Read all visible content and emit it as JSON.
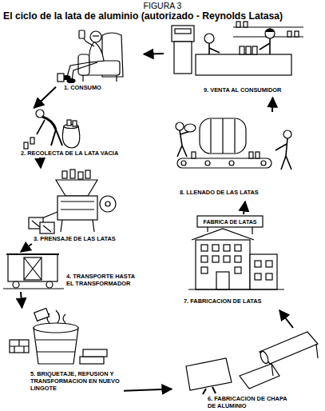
{
  "diagram": {
    "title": "El ciclo de la lata de aluminio (autorizado - Reynolds Latasa)",
    "nodes": [
      {
        "text": [
          "1. CONSUMO"
        ]
      },
      {
        "text": [
          "2. RECOLECTA DE LA LATA VACIA"
        ]
      },
      {
        "text": [
          "3. PRENSAJE DE LAS LATAS"
        ]
      },
      {
        "text": [
          "4. TRANSPORTE HASTA EL TRANSFORMADOR"
        ]
      },
      {
        "text": [
          "5. BRIQUETAJE, REFUSION Y TRANSFORMACION EN NUEVO LINGOTE"
        ]
      },
      {
        "text": [
          "6. FABRICACION DE CHAPA DE ALUMINIO"
        ]
      },
      {
        "text": [
          "7. FABRICACION DE LATAS"
        ]
      },
      {
        "text": [
          "8. LLENADO DE LAS LATAS"
        ]
      },
      {
        "text": [
          "9. VENTA AL CONSUMIDOR"
        ]
      }
    ],
    "edges": [
      {
        "from": 0,
        "to": 1,
        "arrow": "to"
      },
      {
        "from": 1,
        "to": 2,
        "arrow": "to"
      },
      {
        "from": 2,
        "to": 3,
        "arrow": "to"
      },
      {
        "from": 3,
        "to": 4,
        "arrow": "to"
      },
      {
        "from": 4,
        "to": 5,
        "arrow": "to"
      },
      {
        "from": 5,
        "to": 6,
        "arrow": "to"
      },
      {
        "from": 6,
        "to": 7,
        "arrow": "to"
      },
      {
        "from": 7,
        "to": 8,
        "arrow": "to"
      },
      {
        "from": 8,
        "to": 0,
        "arrow": "to"
      }
    ],
    "labels": [
      "FIGURA 3",
      "FABRICA DE LATAS"
    ]
  }
}
